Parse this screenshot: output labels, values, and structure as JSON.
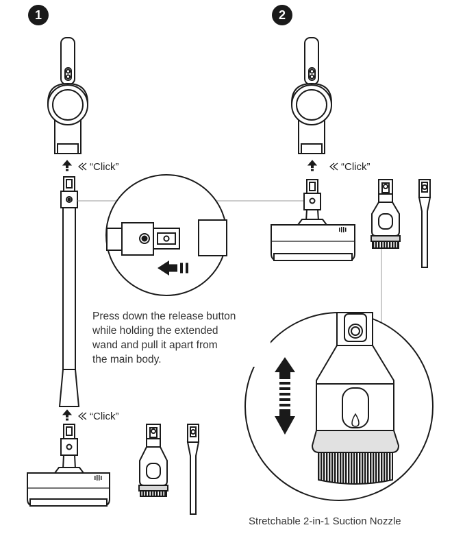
{
  "steps": [
    {
      "number": "1"
    },
    {
      "number": "2"
    }
  ],
  "click_label": "“Click”",
  "instruction": {
    "lines": [
      "Press down the release button",
      "while holding the extended",
      "wand and pull it apart from",
      "the main body."
    ]
  },
  "caption": "Stretchable 2-in-1 Suction Nozzle",
  "colors": {
    "line": "#1a1a1a",
    "fill": "#ffffff",
    "shade": "#d6d6d6",
    "accent_dark": "#1a1a1a"
  }
}
